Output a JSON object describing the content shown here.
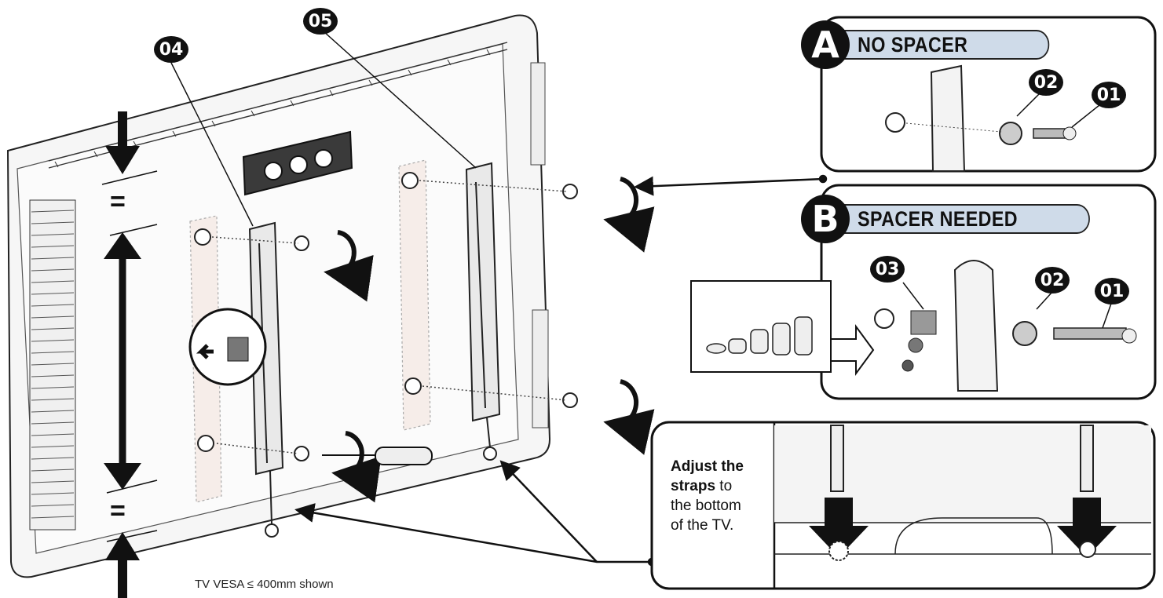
{
  "callouts": {
    "c04": "04",
    "c05": "05",
    "a02": "02",
    "a01": "01",
    "b03": "03",
    "b02": "02",
    "b01": "01"
  },
  "panel_a": {
    "letter": "A",
    "title": "NO SPACER"
  },
  "panel_b": {
    "letter": "B",
    "title": "SPACER NEEDED"
  },
  "equal_marks": {
    "top": "=",
    "bottom": "="
  },
  "caption": "TV VESA ≤ 400mm shown",
  "adjust_note": {
    "bold1": "Adjust the",
    "bold2": "straps",
    "rest2": " to",
    "line3": "the bottom",
    "line4": "of the TV."
  },
  "colors": {
    "accent_pill": "#cfdbe9",
    "ink": "#111111"
  }
}
